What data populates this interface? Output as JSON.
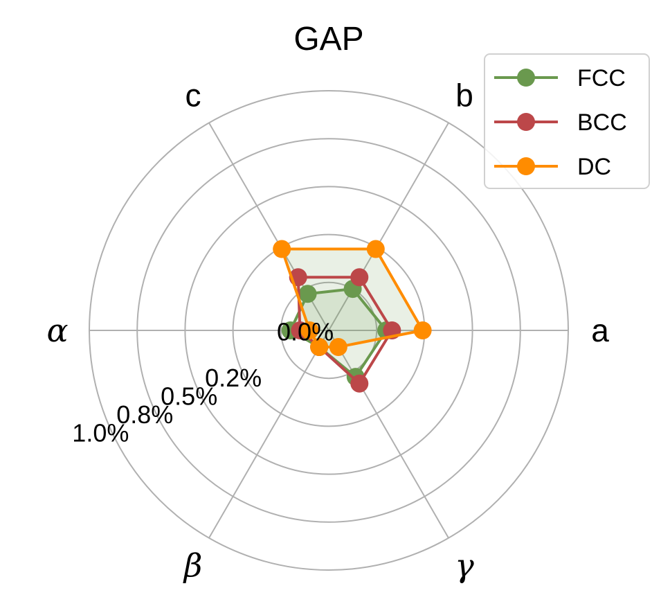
{
  "chart_data": {
    "type": "radar",
    "title": "GAP",
    "axes": [
      "a",
      "b",
      "c",
      "α",
      "β",
      "γ"
    ],
    "radial_ticks": [
      "0.0%",
      "0.2%",
      "0.5%",
      "0.8%",
      "1.0%"
    ],
    "radial_tick_values": [
      0.0,
      0.25,
      0.5,
      0.75,
      1.0
    ],
    "rlim": [
      -0.25,
      1.0
    ],
    "grid": true,
    "legend_position": "top-right",
    "series": [
      {
        "name": "FCC",
        "color": "#6a994e",
        "fill": true,
        "values": [
          0.05,
          0.0,
          -0.03,
          -0.05,
          -0.15,
          0.03
        ]
      },
      {
        "name": "BCC",
        "color": "#bc4749",
        "fill": false,
        "values": [
          0.08,
          0.07,
          0.07,
          -0.1,
          -0.15,
          0.07
        ]
      },
      {
        "name": "DC",
        "color": "#ff8c00",
        "fill": false,
        "values": [
          0.24,
          0.24,
          0.24,
          -0.15,
          -0.15,
          -0.15
        ]
      }
    ]
  }
}
